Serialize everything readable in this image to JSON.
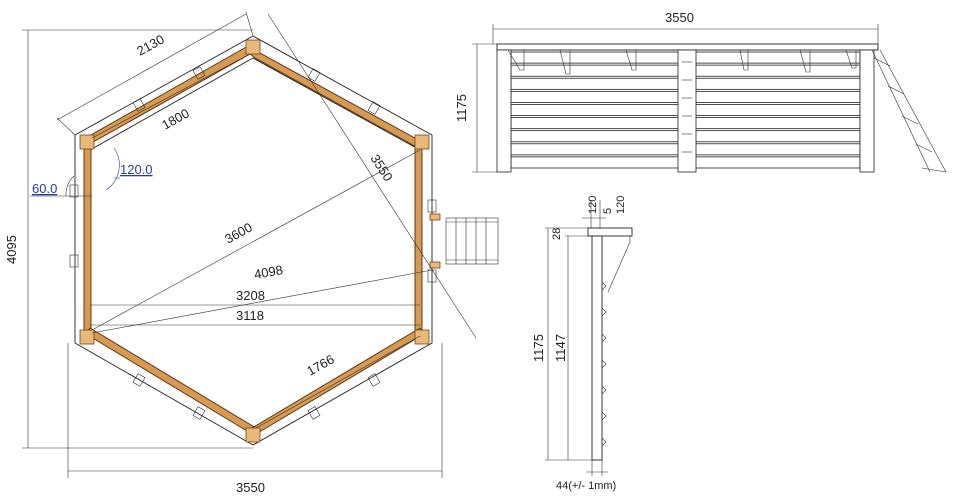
{
  "plan": {
    "dim_side_top": "2130",
    "dim_inner_side": "1800",
    "dim_angle_outer": "60.0",
    "dim_angle_inner": "120.0",
    "dim_diag_long": "3550",
    "dim_inner_diag": "3600",
    "dim_outer_diag": "4098",
    "dim_inner_width": "3208",
    "dim_inner_width2": "3118",
    "dim_side_bottom": "1766",
    "dim_total_height": "4095",
    "dim_total_width": "3550"
  },
  "elevation": {
    "dim_width": "3550",
    "dim_height": "1175"
  },
  "section": {
    "dim_a": "120",
    "dim_b": "5",
    "dim_c": "120",
    "dim_d": "28",
    "dim_total": "1175",
    "dim_inner": "1147",
    "dim_thickness": "44(+/- 1mm)"
  }
}
